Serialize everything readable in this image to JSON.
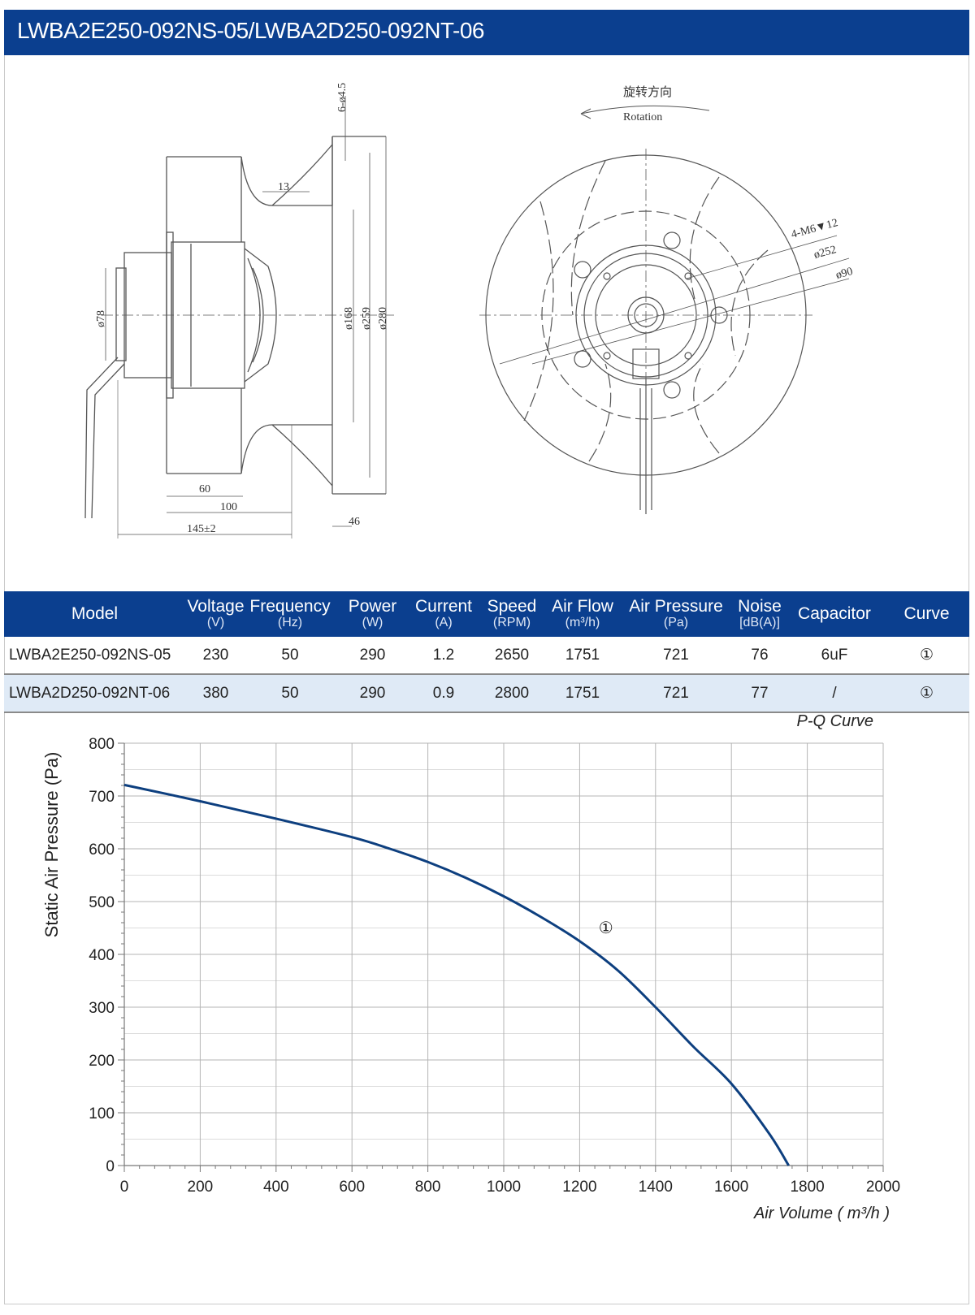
{
  "title": "LWBA2E250-092NS-05/LWBA2D250-092NT-06",
  "drawing": {
    "rotation_cn": "旋转方向",
    "rotation_en": "Rotation",
    "dims": {
      "hole": "6-ø4.5",
      "d13": "13",
      "d78": "ø78",
      "d168": "ø168",
      "d259": "ø259",
      "d280": "ø280",
      "d60": "60",
      "d100": "100",
      "d145": "145±2",
      "d46": "46",
      "m6": "4-M6▼12",
      "d252": "ø252",
      "d90": "ø90"
    }
  },
  "table": {
    "headers": [
      {
        "name": "Model",
        "unit": ""
      },
      {
        "name": "Voltage",
        "unit": "(V)"
      },
      {
        "name": "Frequency",
        "unit": "(Hz)"
      },
      {
        "name": "Power",
        "unit": "(W)"
      },
      {
        "name": "Current",
        "unit": "(A)"
      },
      {
        "name": "Speed",
        "unit": "(RPM)"
      },
      {
        "name": "Air Flow",
        "unit": "(m³/h)"
      },
      {
        "name": "Air Pressure",
        "unit": "(Pa)"
      },
      {
        "name": "Noise",
        "unit": "[dB(A)]"
      },
      {
        "name": "Capacitor",
        "unit": ""
      },
      {
        "name": "Curve",
        "unit": ""
      }
    ],
    "rows": [
      [
        "LWBA2E250-092NS-05",
        "230",
        "50",
        "290",
        "1.2",
        "2650",
        "1751",
        "721",
        "76",
        "6uF",
        "①"
      ],
      [
        "LWBA2D250-092NT-06",
        "380",
        "50",
        "290",
        "0.9",
        "2800",
        "1751",
        "721",
        "77",
        "/",
        "①"
      ]
    ]
  },
  "chart_data": {
    "type": "line",
    "title": "P-Q Curve",
    "xlabel": "Air Volume ( m³/h )",
    "ylabel": "Static Air Pressure  (Pa)",
    "xlim": [
      0,
      2000
    ],
    "ylim": [
      0,
      800
    ],
    "xticks": [
      0,
      200,
      400,
      600,
      800,
      1000,
      1200,
      1400,
      1600,
      1800,
      2000
    ],
    "yticks": [
      0,
      100,
      200,
      300,
      400,
      500,
      600,
      700,
      800
    ],
    "grid": true,
    "line_color": "#0d3f7f",
    "series": [
      {
        "label": "①",
        "x": [
          0,
          200,
          400,
          600,
          700,
          800,
          900,
          1000,
          1100,
          1200,
          1300,
          1400,
          1500,
          1600,
          1700,
          1751
        ],
        "y": [
          721,
          690,
          657,
          622,
          600,
          575,
          545,
          510,
          470,
          425,
          370,
          300,
          225,
          155,
          60,
          0
        ]
      }
    ]
  }
}
